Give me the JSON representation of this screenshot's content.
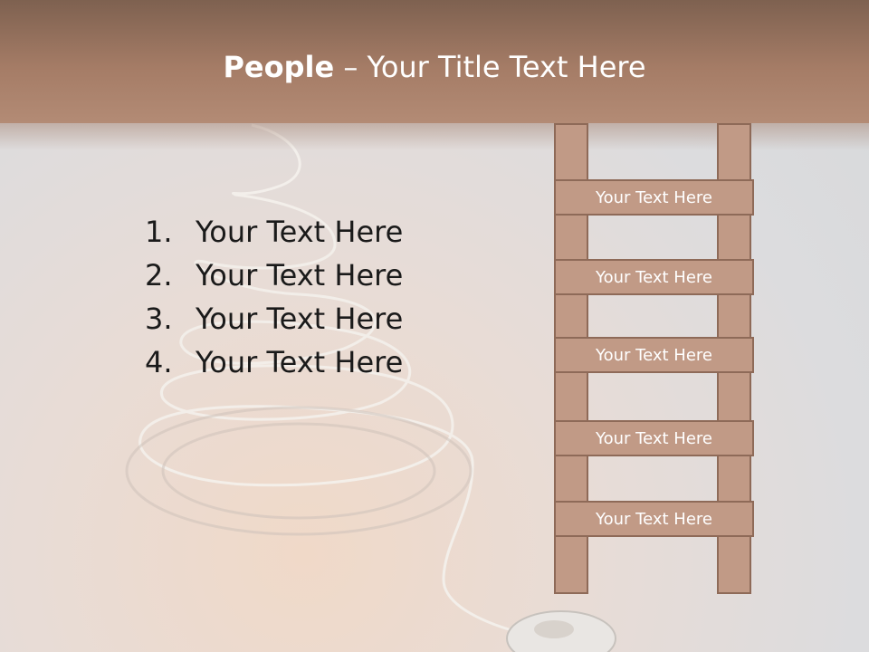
{
  "title": {
    "bold": "People",
    "rest": " – Your Title Text Here"
  },
  "list": [
    {
      "number": "1.",
      "text": "Your Text Here"
    },
    {
      "number": "2.",
      "text": "Your Text Here"
    },
    {
      "number": "3.",
      "text": "Your Text Here"
    },
    {
      "number": "4.",
      "text": "Your Text Here"
    }
  ],
  "ladder": {
    "rungs": [
      "Your Text Here",
      "Your Text Here",
      "Your Text Here",
      "Your Text Here",
      "Your Text Here"
    ]
  },
  "colors": {
    "title_bar": "#a57c66",
    "ladder_fill": "#c19a86",
    "ladder_stroke": "#8e6a58"
  }
}
